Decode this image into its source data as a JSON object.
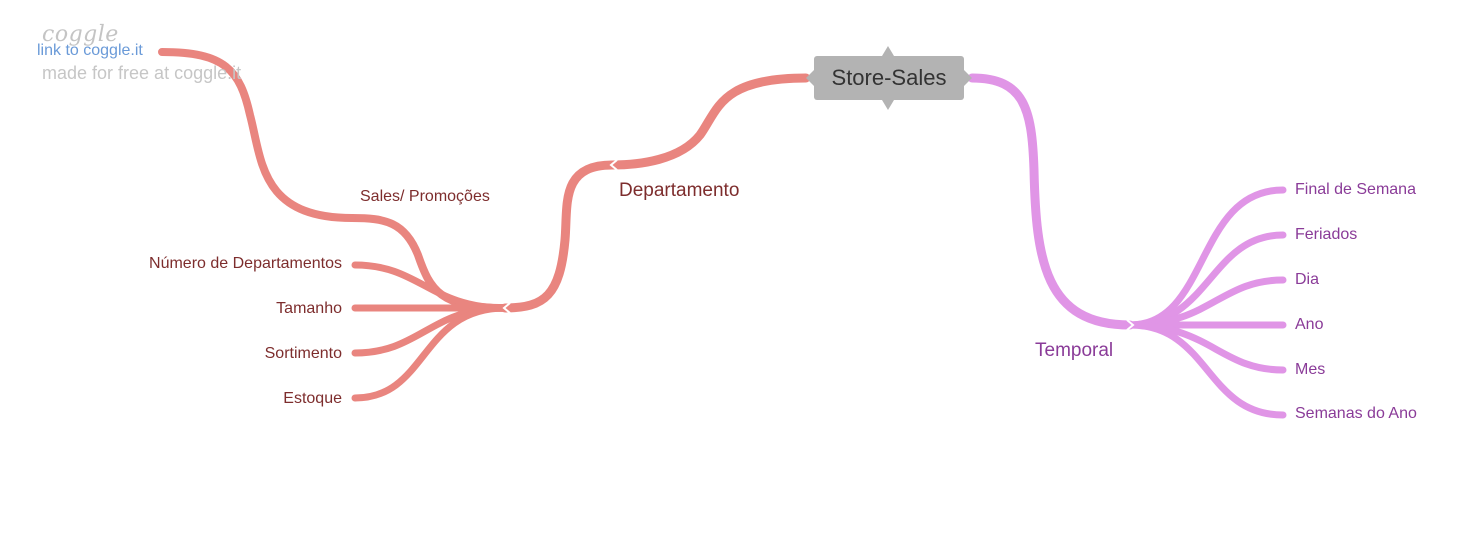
{
  "watermark": {
    "logo": "coggle",
    "link": "link to coggle.it",
    "made": "made for free at coggle.it"
  },
  "colors": {
    "left_branch": "#e9857f",
    "right_branch": "#e095e6",
    "root_fill": "#b3b3b3"
  },
  "root": {
    "label": "Store-Sales"
  },
  "departamento": {
    "label": "Departamento",
    "sales": {
      "label": "Sales/ Promoções",
      "children": [
        "Número de Departamentos",
        "Tamanho",
        "Sortimento",
        "Estoque"
      ]
    }
  },
  "temporal": {
    "label": "Temporal",
    "children": [
      "Final de Semana",
      "Feriados",
      "Dia",
      "Ano",
      "Mes",
      "Semanas do Ano"
    ]
  }
}
